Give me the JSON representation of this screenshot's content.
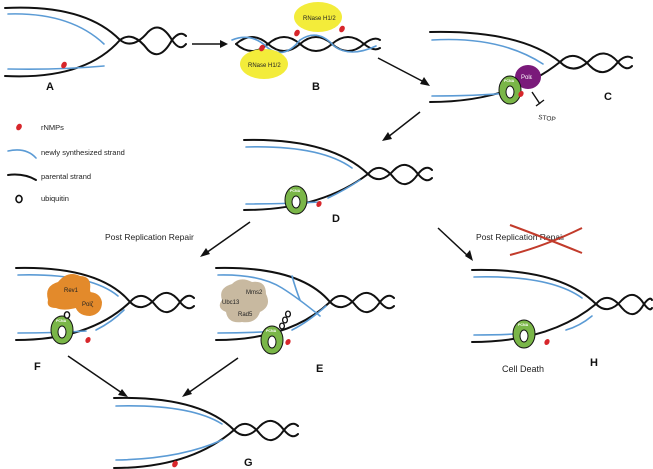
{
  "legend": {
    "rnmps": "rNMPs",
    "new_strand": "newly synthesized strand",
    "parental_strand": "parental strand",
    "ubiquitin": "ubiquitin"
  },
  "panels": {
    "a": "A",
    "b": "B",
    "c": "C",
    "d": "D",
    "e": "E",
    "f": "F",
    "g": "G",
    "h": "H"
  },
  "rnase": {
    "label_top": "RNase H1/2",
    "label_bottom": "RNase H1/2"
  },
  "pol_epsilon": "Polε",
  "stop": "STOP",
  "pcna": "PCNA",
  "pathways": {
    "left": "Post Replication Repair",
    "right": "Post Replication Repair"
  },
  "panel_f": {
    "rev1": "Rev1",
    "polz": "Polζ"
  },
  "panel_e": {
    "mms2": "Mms2",
    "ubc13": "Ubc13",
    "rad5": "Rad5"
  },
  "cell_death": "Cell Death",
  "colors": {
    "parental": "#111111",
    "new_strand": "#5b9bd5",
    "rnmp": "#d7262b",
    "rnase": "#f3ec3a",
    "pcna": "#7ab648",
    "pol_epsilon": "#7a1a7a",
    "rev1_polz": "#e38a2b",
    "mms2_complex": "#c8b9a0",
    "cross_out": "#c23b2b"
  }
}
